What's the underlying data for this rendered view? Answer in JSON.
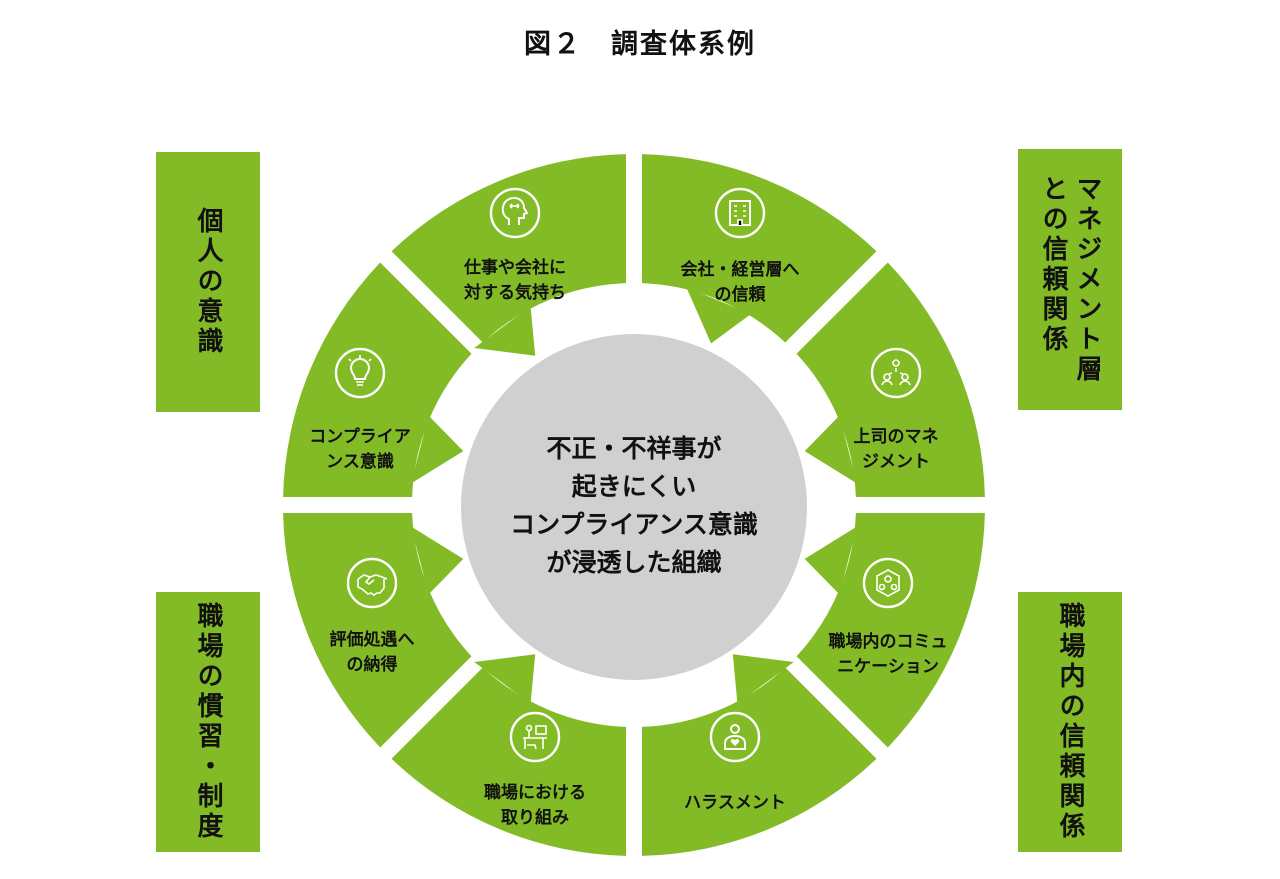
{
  "title": "図２　調査体系例",
  "colors": {
    "green": "#83bb26",
    "center": "#d0d0d0",
    "icon_stroke": "#ffffff"
  },
  "center": {
    "lines": [
      "不正・不祥事が",
      "起きにくい",
      "コンプライアンス意識",
      "が浸透した組織"
    ]
  },
  "side_boxes": {
    "top_left": "個人の意識",
    "bottom_left": "職場の慣習・制度",
    "top_right": "マネジメント層\nとの信頼関係",
    "bottom_right": "職場内の信頼関係"
  },
  "segments": [
    {
      "icon": "head-arrows-icon",
      "lines": [
        "仕事や会社に",
        "対する気持ち"
      ]
    },
    {
      "icon": "building-icon",
      "lines": [
        "会社・経営層へ",
        "の信頼"
      ]
    },
    {
      "icon": "hierarchy-people-icon",
      "lines": [
        "上司のマネ",
        "ジメント"
      ]
    },
    {
      "icon": "network-people-icon",
      "lines": [
        "職場内のコミュ",
        "ニケーション"
      ]
    },
    {
      "icon": "person-heart-icon",
      "lines": [
        "ハラスメント"
      ]
    },
    {
      "icon": "desk-worker-icon",
      "lines": [
        "職場における",
        "取り組み"
      ]
    },
    {
      "icon": "handshake-icon",
      "lines": [
        "評価処遇へ",
        "の納得"
      ]
    },
    {
      "icon": "lightbulb-icon",
      "lines": [
        "コンプライア",
        "ンス意識"
      ]
    }
  ]
}
